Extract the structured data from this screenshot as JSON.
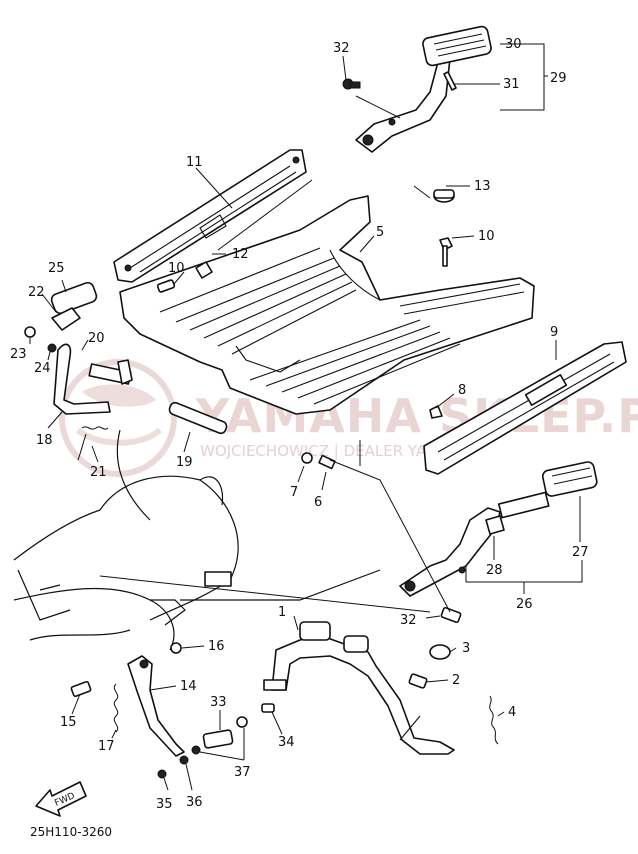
{
  "diagram_code": "25H110-3260",
  "fwd_label": "FWD",
  "watermark": {
    "title": "YAMAHA SKLEP.PL",
    "subtitle": "WOJCIECHOWICZ | DEALER YAMAHA"
  },
  "callouts": [
    "32",
    "30",
    "31",
    "29",
    "11",
    "13",
    "10",
    "5",
    "12",
    "10",
    "25",
    "22",
    "20",
    "23",
    "24",
    "9",
    "8",
    "18",
    "21",
    "19",
    "7",
    "6",
    "27",
    "28",
    "26",
    "32",
    "1",
    "16",
    "3",
    "2",
    "14",
    "33",
    "15",
    "17",
    "4",
    "34",
    "37",
    "35",
    "36"
  ]
}
